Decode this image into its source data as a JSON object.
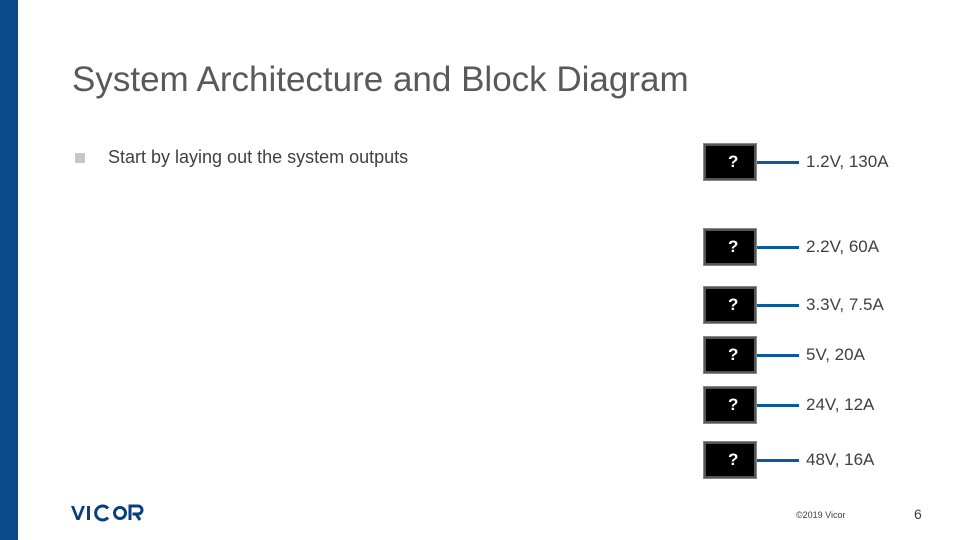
{
  "slide": {
    "title": "System Architecture and Block Diagram",
    "bullet": "Start by laying out the system outputs",
    "outputs": [
      {
        "box": "?",
        "label": "1.2V, 130A"
      },
      {
        "box": "?",
        "label": "2.2V, 60A"
      },
      {
        "box": "?",
        "label": "3.3V, 7.5A"
      },
      {
        "box": "?",
        "label": "5V, 20A"
      },
      {
        "box": "?",
        "label": "24V, 12A"
      },
      {
        "box": "?",
        "label": "48V, 16A"
      }
    ],
    "footer": {
      "logo_text": "VICOR",
      "copyright": "©2019 Vicor",
      "page_number": "6"
    },
    "colors": {
      "accent": "#0a4b8c",
      "line": "#0a5aa0"
    }
  }
}
